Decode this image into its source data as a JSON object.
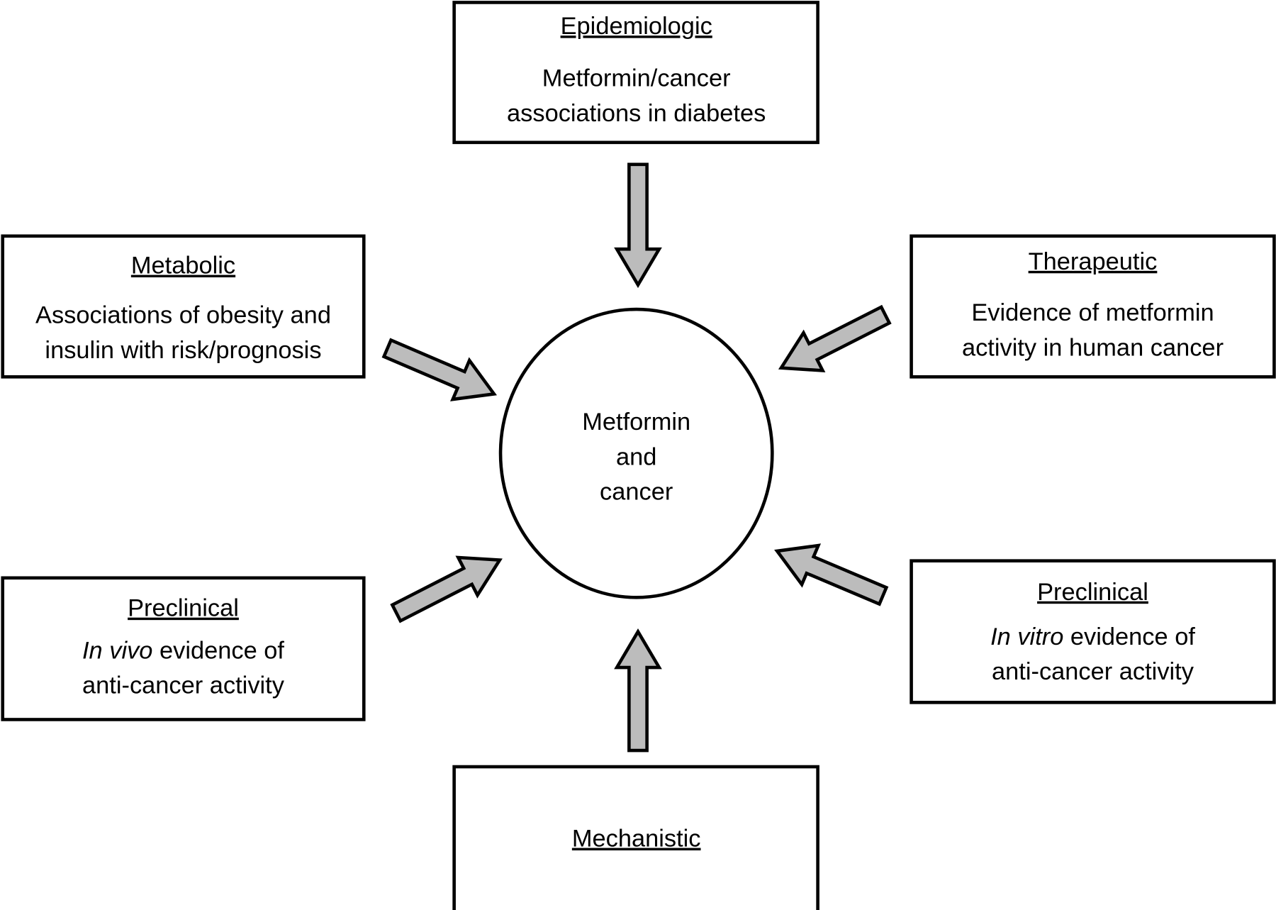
{
  "center": {
    "lines": [
      "Metformin",
      "and",
      "cancer"
    ]
  },
  "boxes": {
    "epidemiologic": {
      "heading": "Epidemiologic",
      "lines": [
        "Metformin/cancer",
        "associations in diabetes"
      ]
    },
    "metabolic": {
      "heading": "Metabolic",
      "lines": [
        "Associations of obesity and",
        "insulin with risk/prognosis"
      ]
    },
    "therapeutic": {
      "heading": "Therapeutic",
      "lines": [
        "Evidence of metformin",
        "activity in human cancer"
      ]
    },
    "preclinical_vivo": {
      "heading": "Preclinical",
      "italic": "In vivo",
      "line1_rest": " evidence of",
      "line2": "anti-cancer activity"
    },
    "preclinical_vitro": {
      "heading": "Preclinical",
      "italic": "In vitro",
      "line1_rest": " evidence of",
      "line2": "anti-cancer activity"
    },
    "mechanistic": {
      "heading": "Mechanistic"
    }
  },
  "colors": {
    "arrow_fill": "#bcbcbc",
    "stroke": "#000000"
  }
}
